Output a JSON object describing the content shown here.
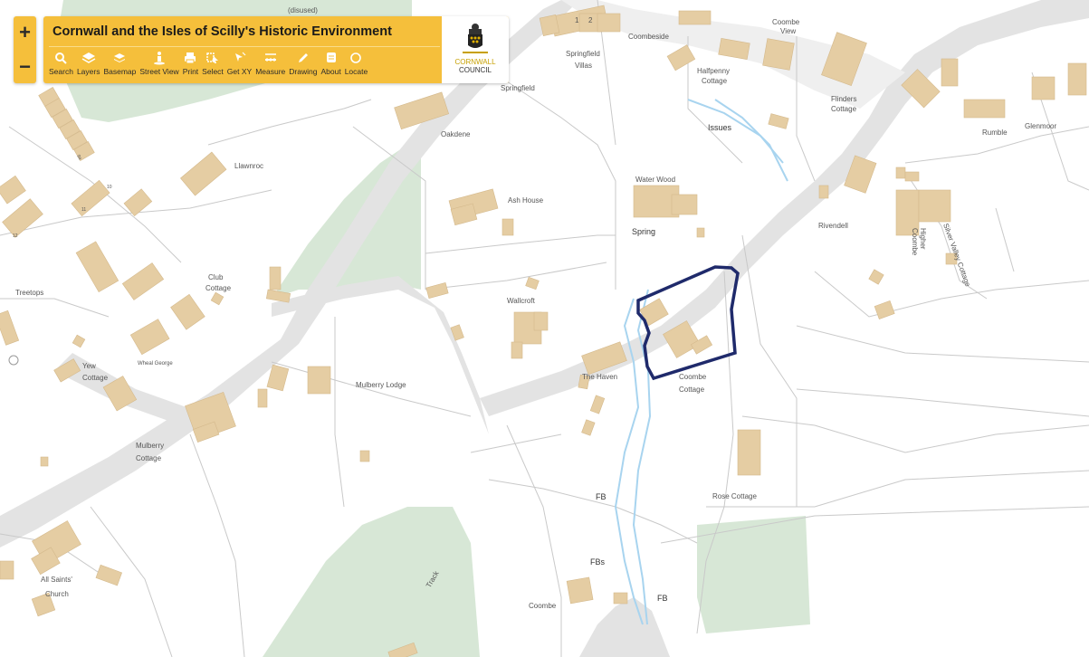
{
  "app": {
    "title": "Cornwall and the Isles of Scilly's Historic Environment"
  },
  "zoom": {
    "in_label": "+",
    "out_label": "−"
  },
  "tools": [
    {
      "label": "Search",
      "icon": "search-icon"
    },
    {
      "label": "Layers",
      "icon": "layers-icon"
    },
    {
      "label": "Basemap",
      "icon": "basemap-icon"
    },
    {
      "label": "Street View",
      "icon": "street-view-icon"
    },
    {
      "label": "Print",
      "icon": "print-icon"
    },
    {
      "label": "Select",
      "icon": "select-icon"
    },
    {
      "label": "Get XY",
      "icon": "get-xy-icon"
    },
    {
      "label": "Measure",
      "icon": "measure-icon"
    },
    {
      "label": "Drawing",
      "icon": "drawing-icon"
    },
    {
      "label": "About",
      "icon": "about-icon"
    },
    {
      "label": "Locate",
      "icon": "locate-icon"
    }
  ],
  "logo": {
    "line1": "CORNWALL",
    "line2": "COUNCIL",
    "icon": "council-crest-icon"
  },
  "colors": {
    "toolbar": "#f5bf3b",
    "building": "#e5cda3",
    "green_area": "#d7e7d6",
    "road": "#e3e3e3",
    "stream": "#a8d4ef",
    "site_boundary": "#1f2a6b"
  },
  "map_labels": {
    "disused": "(disused)",
    "n1": "1",
    "n2": "2",
    "springfield_villas_1": "Springfield",
    "springfield_villas_2": "Villas",
    "springfield": "Springfield",
    "coombeside": "Coombeside",
    "coombe_view_1": "Coombe",
    "coombe_view_2": "View",
    "halfpenny_1": "Halfpenny",
    "halfpenny_2": "Cottage",
    "flinders_1": "Flinders",
    "flinders_2": "Cottage",
    "issues": "Issues",
    "rumble": "Rumble",
    "glenmoor": "Glenmoor",
    "oakdene": "Oakdene",
    "llawnroc": "Llawnroc",
    "water_wood": "Water Wood",
    "ash_house": "Ash House",
    "spring": "Spring",
    "rivendell": "Rivendell",
    "higher_coombe_1": "Higher",
    "higher_coombe_2": "Coombe",
    "silver_valley": "Silver Valley Cottage",
    "treetops": "Treetops",
    "club_1": "Club",
    "club_2": "Cottage",
    "wallcroft": "Wallcroft",
    "the_haven": "The Haven",
    "coombe_cottage_1": "Coombe",
    "coombe_cottage_2": "Cottage",
    "yew_1": "Yew",
    "yew_2": "Cottage",
    "wheal_george": "Wheal George",
    "mulberry_lodge": "Mulberry Lodge",
    "mulberry_1": "Mulberry",
    "mulberry_2": "Cottage",
    "fb1": "FB",
    "rose_cottage": "Rose Cottage",
    "all_saints_1": "All Saints'",
    "all_saints_2": "Church",
    "track": "Track",
    "fbs": "FBs",
    "coombe": "Coombe",
    "fb2": "FB",
    "s1": "9a",
    "s2": "10",
    "s3": "11",
    "s4": "12"
  }
}
